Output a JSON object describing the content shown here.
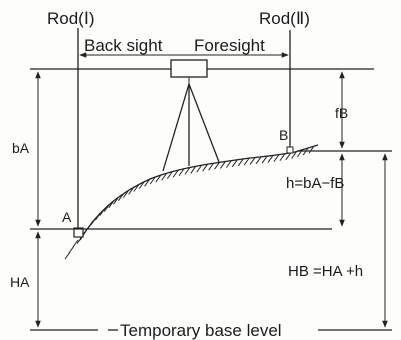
{
  "diagram": {
    "rod1_label": "Rod(Ⅰ)",
    "rod2_label": "Rod(Ⅱ)",
    "backsight_label": "Back sight",
    "foresight_label": "Foresight",
    "point_a_label": "A",
    "point_b_label": "B",
    "ba_label": "bA",
    "fb_label": "fB",
    "h_eq_label": "h=bA−fB",
    "ha_label": "HA",
    "hb_eq_label": "HB =HA +h",
    "base_label": "Temporary base level"
  }
}
